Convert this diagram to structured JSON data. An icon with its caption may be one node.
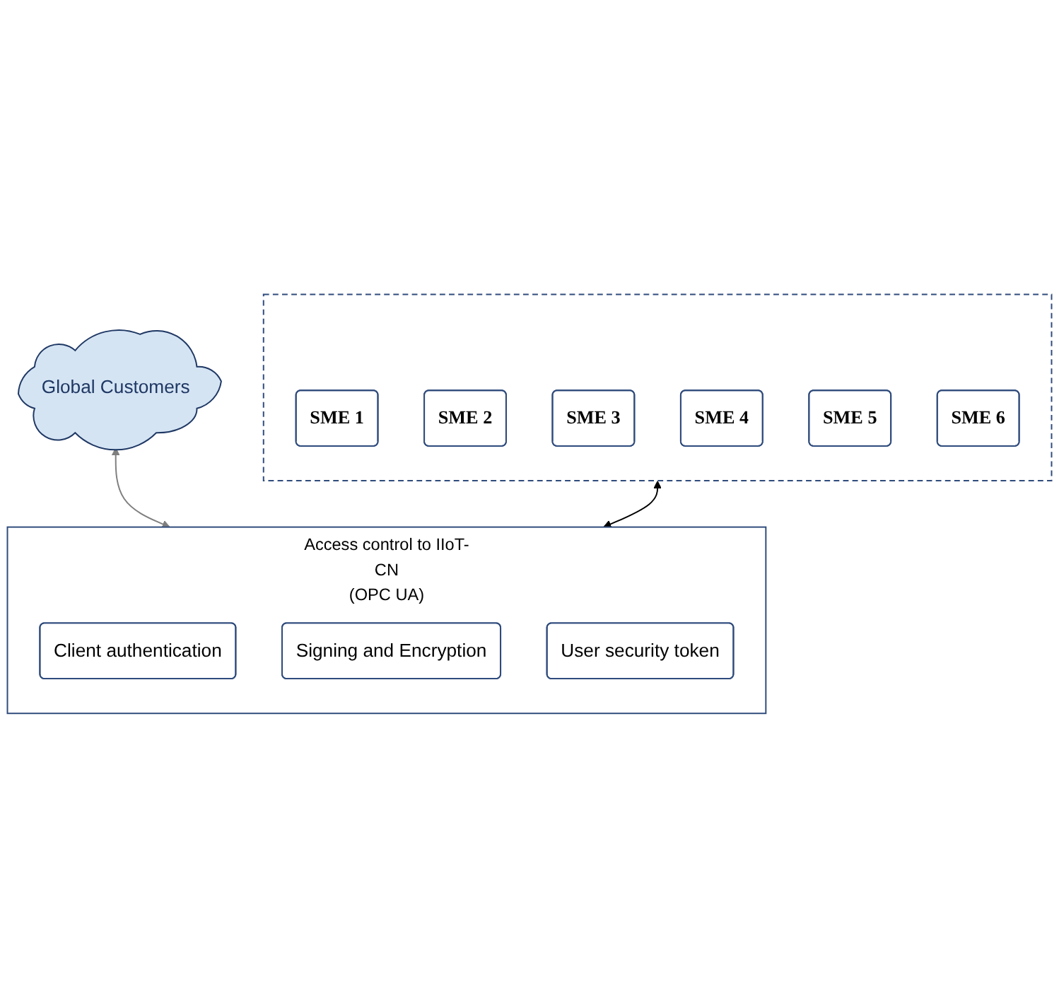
{
  "diagram": {
    "nodes": [
      {
        "text": [
          "Global Customers"
        ]
      },
      {
        "text": [],
        "shape": "box"
      },
      {
        "text": [
          "SME 1"
        ],
        "in": 1
      },
      {
        "text": [
          "SME 2"
        ],
        "in": 1
      },
      {
        "text": [
          "SME 3"
        ],
        "in": 1
      },
      {
        "text": [
          "SME 4"
        ],
        "in": 1
      },
      {
        "text": [
          "SME 5"
        ],
        "in": 1
      },
      {
        "text": [
          "SME 6"
        ],
        "in": 1
      },
      {
        "text": [
          "Access control to IIoT-CN",
          "(OPC UA)"
        ]
      },
      {
        "text": [
          "Client authentication"
        ],
        "in": 8
      },
      {
        "text": [
          "Signing and Encryption"
        ],
        "in": 8
      },
      {
        "text": [
          "User security token"
        ],
        "in": 8
      }
    ],
    "edges": [
      {
        "from": 0,
        "to": 8,
        "arrow": "both",
        "color": "#7f7f7f"
      },
      {
        "from": 1,
        "to": 8,
        "arrow": "both",
        "color": "#000000"
      }
    ]
  }
}
